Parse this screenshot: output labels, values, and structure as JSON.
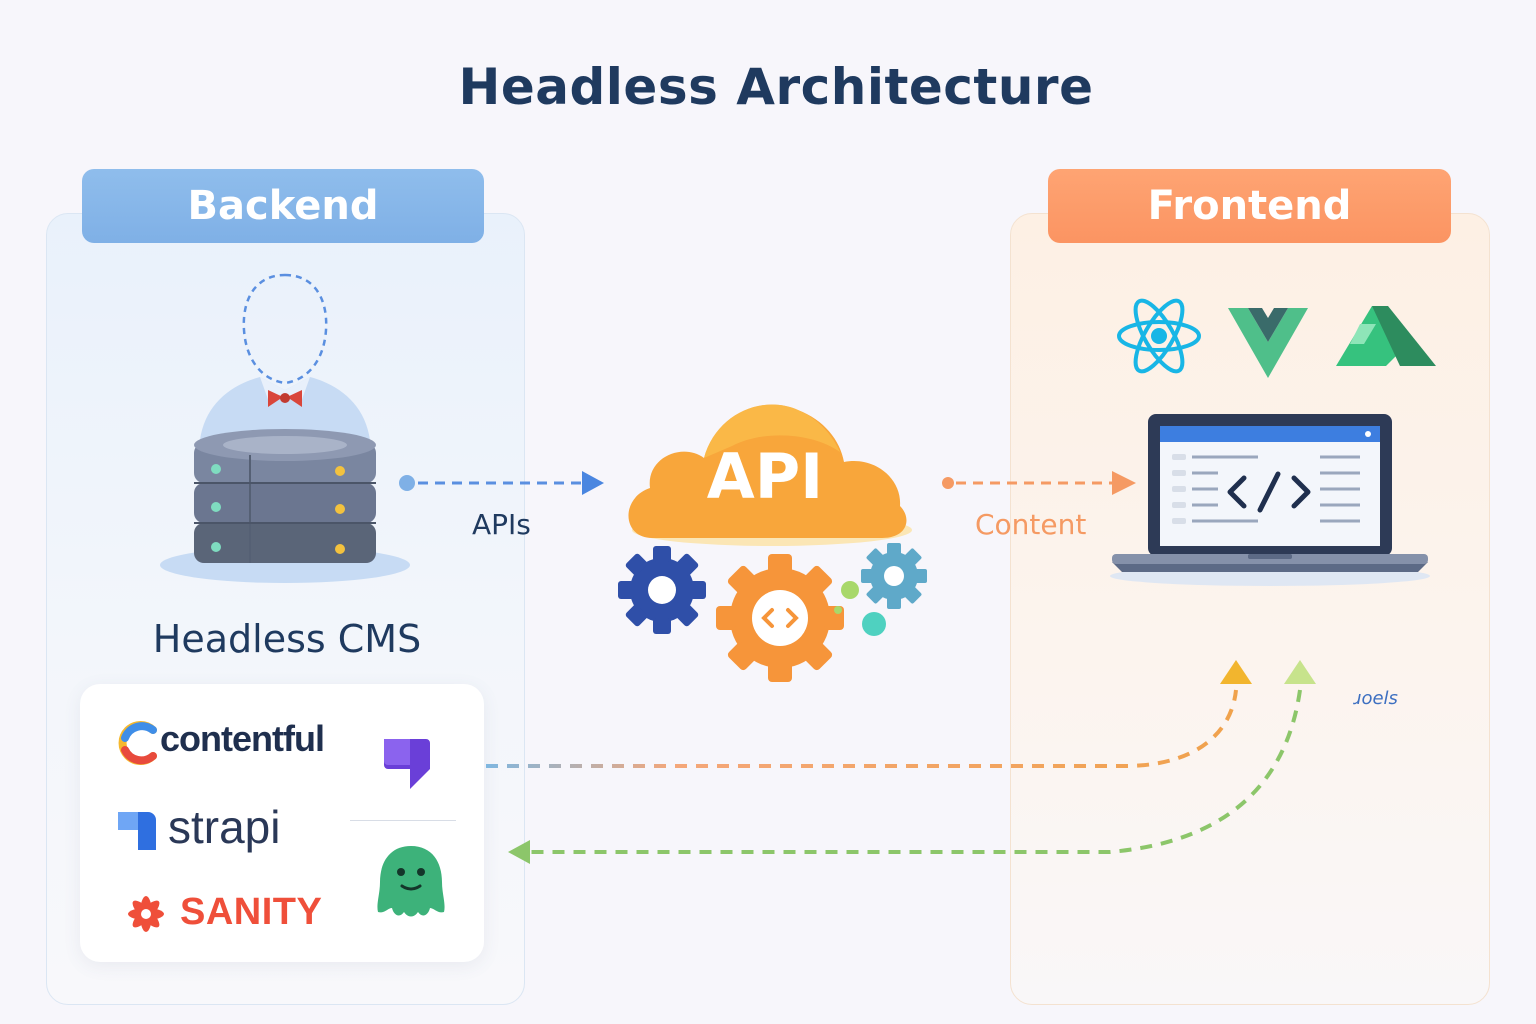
{
  "title": "Headless Architecture",
  "backend": {
    "header": "Backend",
    "cms_label": "Headless CMS",
    "brands": {
      "contentful": "contentful",
      "strapi": "strapi",
      "sanity": "SANITY"
    },
    "icons": [
      "person-outline-icon",
      "database-server-icon",
      "contentful-logo-icon",
      "strapi-logo-icon",
      "sanity-logo-icon",
      "purple-cms-logo-icon",
      "green-mascot-icon"
    ]
  },
  "api": {
    "label": "API",
    "icons": [
      "cloud-icon",
      "gear-icon",
      "code-gear-icon"
    ]
  },
  "flows": {
    "apis": "APIs",
    "content": "Content",
    "small_label": "ɹoels"
  },
  "frontend": {
    "header": "Frontend",
    "icons": [
      "react-logo-icon",
      "vue-logo-icon",
      "nuxt-logo-icon",
      "laptop-code-icon"
    ]
  },
  "colors": {
    "title": "#1f3a5f",
    "backend": "#8fbdec",
    "frontend": "#fb9462",
    "api_cloud": "#f8a63b",
    "flow_blue": "#5a8fe0",
    "flow_orange": "#f59a63",
    "flow_green": "#8cc66a"
  }
}
